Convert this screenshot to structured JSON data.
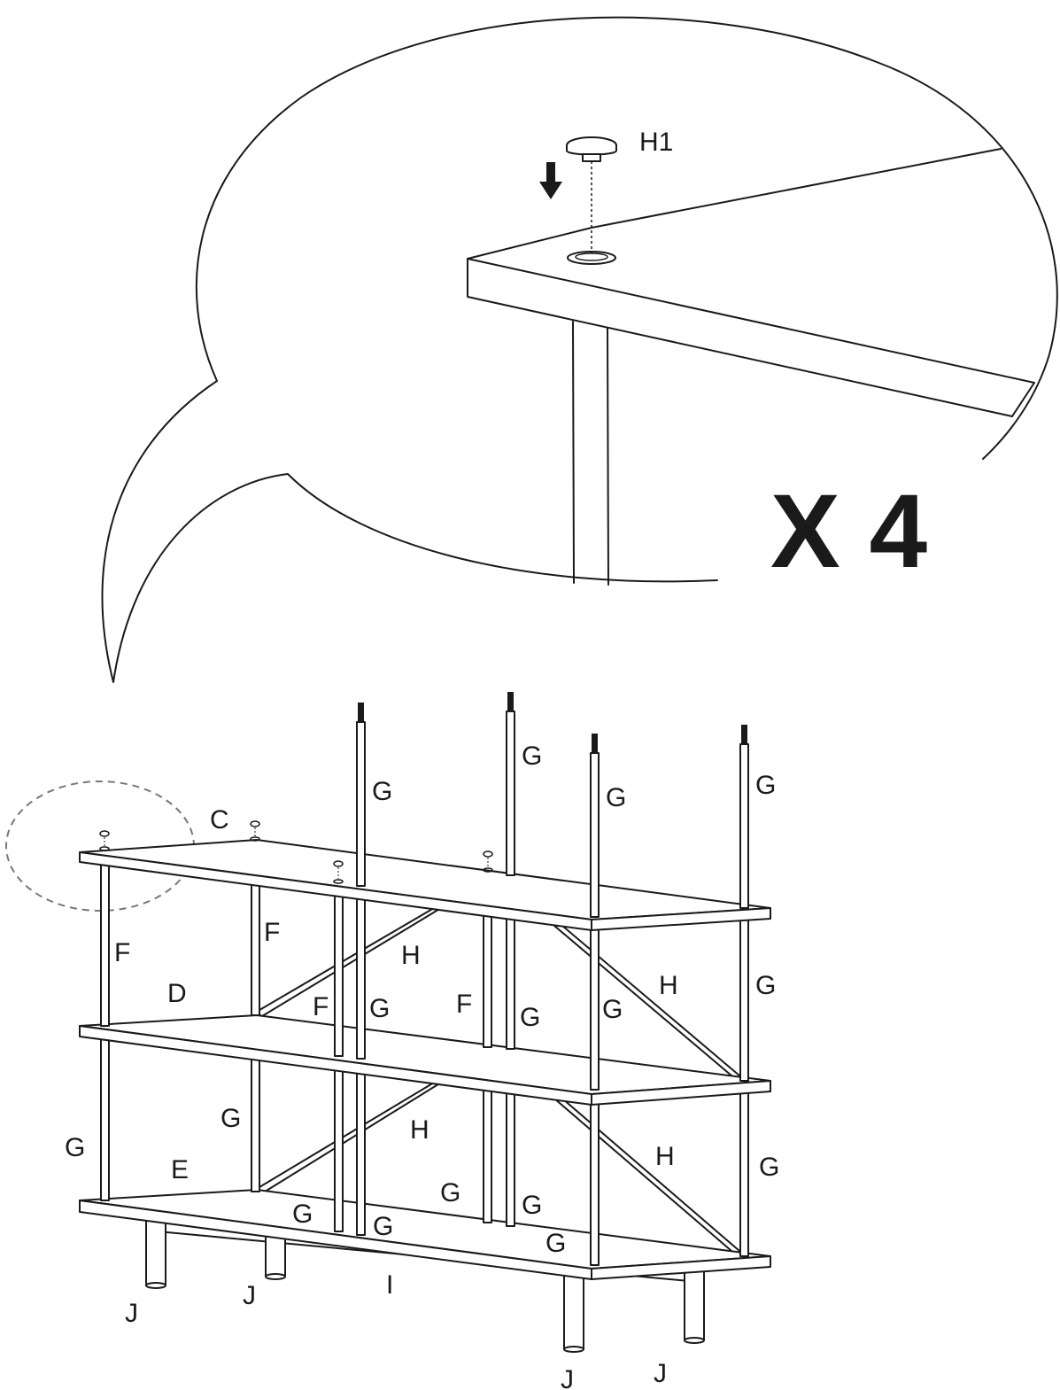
{
  "detail_view": {
    "part_label": "H1",
    "multiplier": "X 4"
  },
  "assembly": {
    "panel_labels": [
      "C",
      "D",
      "E",
      "I"
    ],
    "part_labels": {
      "c": "C",
      "d": "D",
      "e": "E",
      "f": "F",
      "g": "G",
      "h": "H",
      "i": "I",
      "j": "J"
    }
  },
  "colors": {
    "line": "#1a1a1a",
    "dashed": "#777777",
    "background": "#ffffff"
  },
  "icons": [
    "down-arrow-icon",
    "foot-cap-icon"
  ]
}
